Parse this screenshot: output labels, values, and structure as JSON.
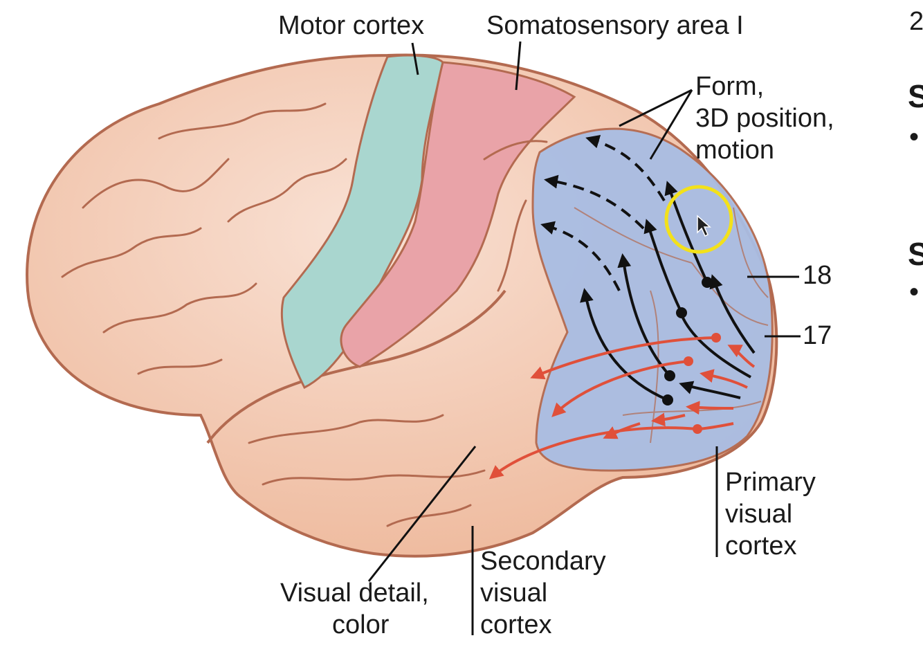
{
  "labels": {
    "motor_cortex": "Motor cortex",
    "somatosensory": "Somatosensory area I",
    "form_line1": "Form,",
    "form_line2": "3D position,",
    "form_line3": "motion",
    "area18": "18",
    "area17": "17",
    "primary_line1": "Primary",
    "primary_line2": "visual",
    "primary_line3": "cortex",
    "secondary_line1": "Secondary",
    "secondary_line2": "visual",
    "secondary_line3": "cortex",
    "detail_line1": "Visual detail,",
    "detail_line2": "color"
  },
  "side_panel": {
    "number_fragment": "2",
    "heading1_fragment": "S",
    "bullet1": "•",
    "heading2_fragment": "S",
    "bullet2": "•"
  },
  "colors": {
    "brain": "#f1c3a8",
    "motor": "#a9d6cf",
    "somatosensory": "#e9a3a8",
    "visual": "#a9bde3",
    "outline": "#b36a50",
    "red_pathway": "#e0503a",
    "black_pathway": "#111111",
    "highlight_circle": "#f3e11a"
  }
}
